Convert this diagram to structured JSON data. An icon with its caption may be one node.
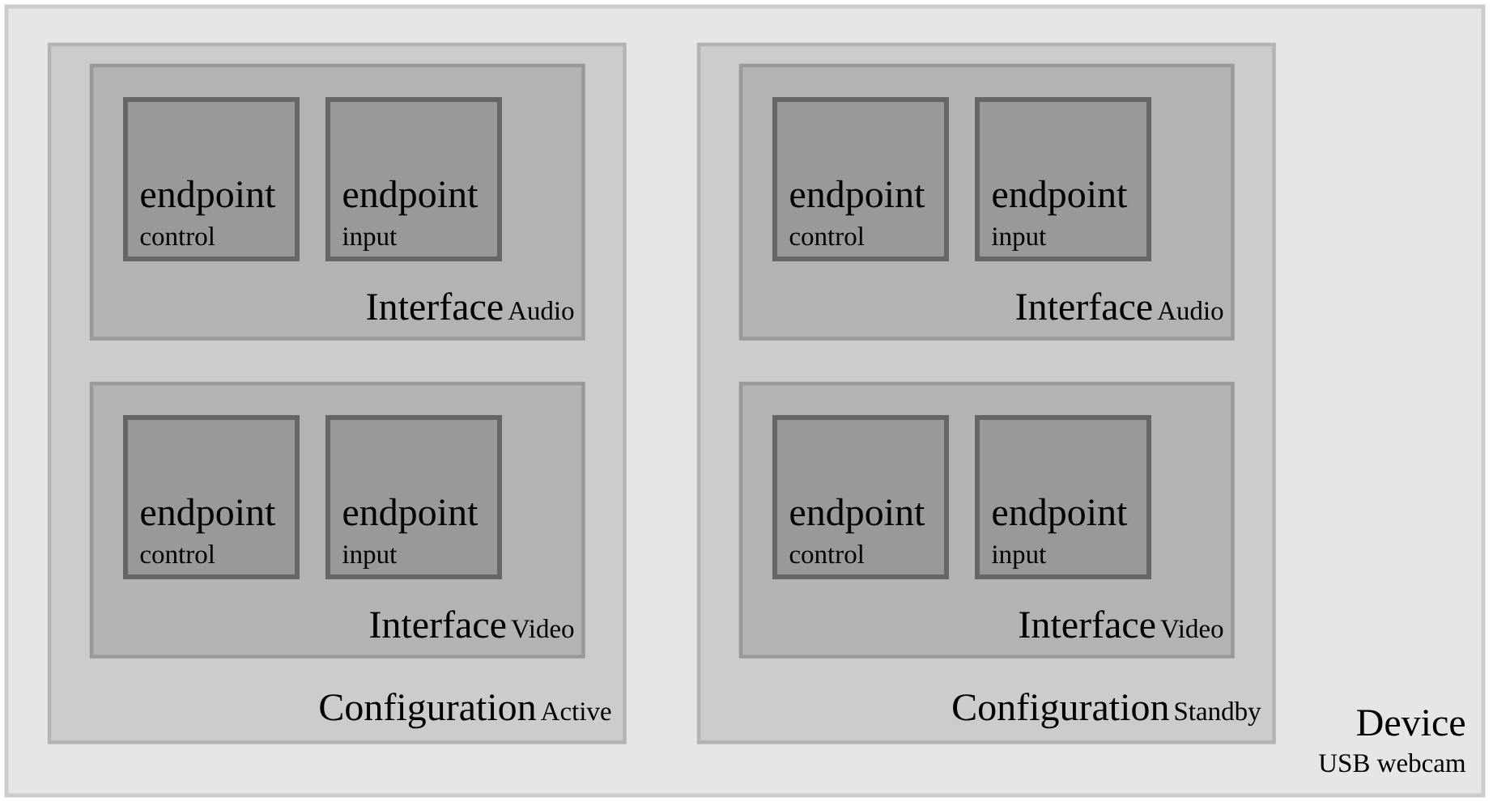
{
  "diagram": {
    "nodes": [
      {
        "text": [
          "Device",
          "USB webcam"
        ]
      },
      {
        "text": [
          "Configuration",
          "Active"
        ],
        "in": 0
      },
      {
        "text": [
          "Interface",
          "Audio"
        ],
        "in": 1
      },
      {
        "text": [
          "endpoint",
          "control"
        ],
        "in": 2
      },
      {
        "text": [
          "endpoint",
          "input"
        ],
        "in": 2
      },
      {
        "text": [
          "Interface",
          "Video"
        ],
        "in": 1
      },
      {
        "text": [
          "endpoint",
          "control"
        ],
        "in": 5
      },
      {
        "text": [
          "endpoint",
          "input"
        ],
        "in": 5
      },
      {
        "text": [
          "Configuration",
          "Standby"
        ],
        "in": 0
      },
      {
        "text": [
          "Interface",
          "Audio"
        ],
        "in": 8
      },
      {
        "text": [
          "endpoint",
          "control"
        ],
        "in": 9
      },
      {
        "text": [
          "endpoint",
          "input"
        ],
        "in": 9
      },
      {
        "text": [
          "Interface",
          "Video"
        ],
        "in": 8
      },
      {
        "text": [
          "endpoint",
          "control"
        ],
        "in": 12
      },
      {
        "text": [
          "endpoint",
          "input"
        ],
        "in": 12
      }
    ]
  }
}
